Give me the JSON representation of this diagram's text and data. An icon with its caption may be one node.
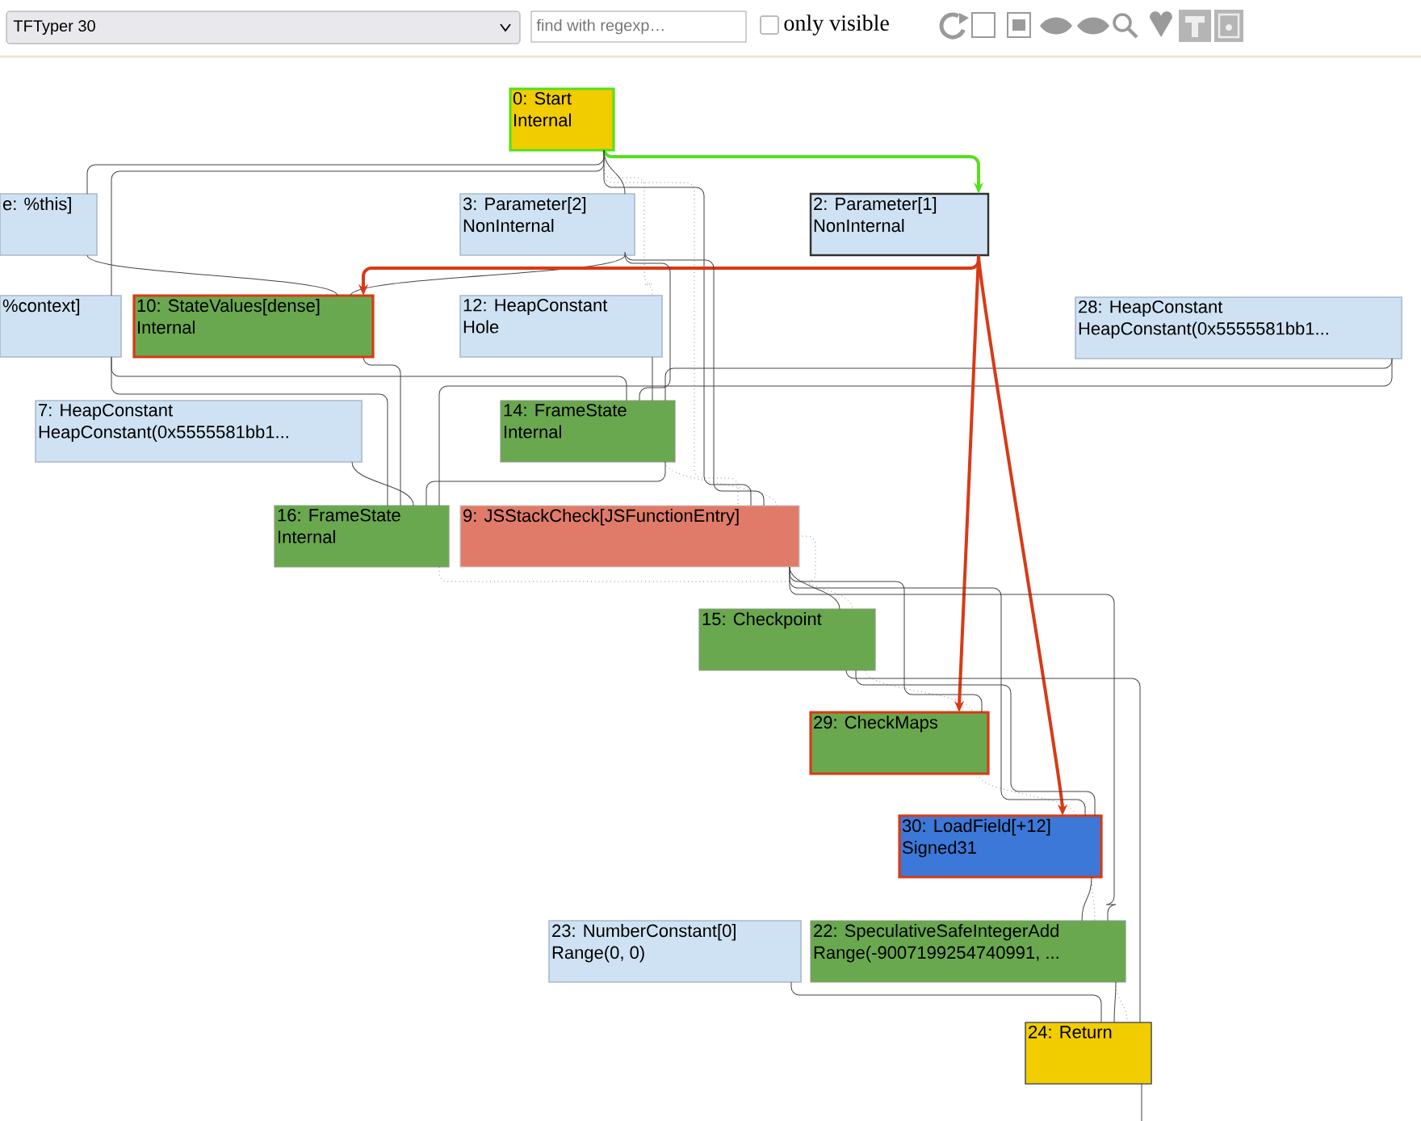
{
  "diagram": {
    "nodes": [
      {
        "text": [
          "0: Start",
          "Internal"
        ]
      },
      {
        "text": [
          "e: %this]"
        ]
      },
      {
        "text": [
          "3: Parameter[2]",
          "NonInternal"
        ]
      },
      {
        "text": [
          "2: Parameter[1]",
          "NonInternal"
        ]
      },
      {
        "text": [
          "%context]"
        ]
      },
      {
        "text": [
          "10: StateValues[dense]",
          "Internal"
        ]
      },
      {
        "text": [
          "12: HeapConstant",
          "Hole"
        ]
      },
      {
        "text": [
          "28: HeapConstant",
          "HeapConstant(0x5555581bb1..."
        ]
      },
      {
        "text": [
          "7: HeapConstant",
          "HeapConstant(0x5555581bb1..."
        ]
      },
      {
        "text": [
          "14: FrameState",
          "Internal"
        ]
      },
      {
        "text": [
          "16: FrameState",
          "Internal"
        ]
      },
      {
        "text": [
          "9: JSStackCheck[JSFunctionEntry]"
        ]
      },
      {
        "text": [
          "15: Checkpoint"
        ]
      },
      {
        "text": [
          "29: CheckMaps"
        ]
      },
      {
        "text": [
          "30: LoadField[+12]",
          "Signed31"
        ]
      },
      {
        "text": [
          "23: NumberConstant[0]",
          "Range(0, 0)"
        ]
      },
      {
        "text": [
          "22: SpeculativeSafeIntegerAdd",
          "Range(-9007199254740991, ..."
        ]
      },
      {
        "text": [
          "24: Return"
        ]
      }
    ],
    "edges": [
      {
        "from": 0,
        "to": 3,
        "arrow": "to",
        "style": "thick",
        "color": "#55e01c"
      },
      {
        "from": 0,
        "to": 1,
        "arrow": "none"
      },
      {
        "from": 0,
        "to": 4,
        "arrow": "none"
      },
      {
        "from": 0,
        "to": 2,
        "arrow": "none"
      },
      {
        "from": 0,
        "to": 6,
        "arrow": "none",
        "style": "dashed"
      },
      {
        "from": 0,
        "to": 11,
        "arrow": "none",
        "style": "dashed"
      },
      {
        "from": 0,
        "to": 11,
        "arrow": "none"
      },
      {
        "from": 1,
        "to": 5,
        "arrow": "none"
      },
      {
        "from": 2,
        "to": 5,
        "arrow": "none"
      },
      {
        "from": 3,
        "to": 5,
        "arrow": "to",
        "style": "thick",
        "color": "#d83a16"
      },
      {
        "from": 4,
        "to": 9,
        "arrow": "none"
      },
      {
        "from": 2,
        "to": 9,
        "arrow": "none"
      },
      {
        "from": 6,
        "to": 9,
        "arrow": "none"
      },
      {
        "from": 7,
        "to": 9,
        "arrow": "none"
      },
      {
        "from": 4,
        "to": 10,
        "arrow": "none"
      },
      {
        "from": 5,
        "to": 10,
        "arrow": "none"
      },
      {
        "from": 8,
        "to": 10,
        "arrow": "none"
      },
      {
        "from": 9,
        "to": 10,
        "arrow": "none"
      },
      {
        "from": 7,
        "to": 10,
        "arrow": "none"
      },
      {
        "from": 9,
        "to": 11,
        "arrow": "none",
        "style": "dashed"
      },
      {
        "from": 10,
        "to": 11,
        "arrow": "none",
        "style": "dashed"
      },
      {
        "from": 2,
        "to": 11,
        "arrow": "none"
      },
      {
        "from": 11,
        "to": 12,
        "arrow": "none"
      },
      {
        "from": 11,
        "to": 12,
        "arrow": "none",
        "style": "dashed"
      },
      {
        "from": 11,
        "to": 13,
        "arrow": "none"
      },
      {
        "from": 12,
        "to": 13,
        "arrow": "none",
        "style": "dashed"
      },
      {
        "from": 3,
        "to": 13,
        "arrow": "to",
        "style": "thick",
        "color": "#d83a16"
      },
      {
        "from": 3,
        "to": 14,
        "arrow": "to",
        "style": "thick",
        "color": "#d83a16"
      },
      {
        "from": 13,
        "to": 14,
        "arrow": "none",
        "style": "dashed"
      },
      {
        "from": 11,
        "to": 14,
        "arrow": "none"
      },
      {
        "from": 12,
        "to": 14,
        "arrow": "none"
      },
      {
        "from": 14,
        "to": 16,
        "arrow": "none"
      },
      {
        "from": 14,
        "to": 16,
        "arrow": "none",
        "style": "dashed"
      },
      {
        "from": 11,
        "to": 16,
        "arrow": "none"
      },
      {
        "from": 15,
        "to": 17,
        "arrow": "none"
      },
      {
        "from": 16,
        "to": 17,
        "arrow": "none"
      },
      {
        "from": 16,
        "to": 17,
        "arrow": "none",
        "style": "dashed"
      },
      {
        "from": 12,
        "to": 17,
        "arrow": "none"
      },
      {
        "from": 17,
        "to": null,
        "arrow": "none"
      }
    ],
    "labels": [
      "TFTyper 30",
      "find with regexp…",
      "only visible"
    ]
  }
}
